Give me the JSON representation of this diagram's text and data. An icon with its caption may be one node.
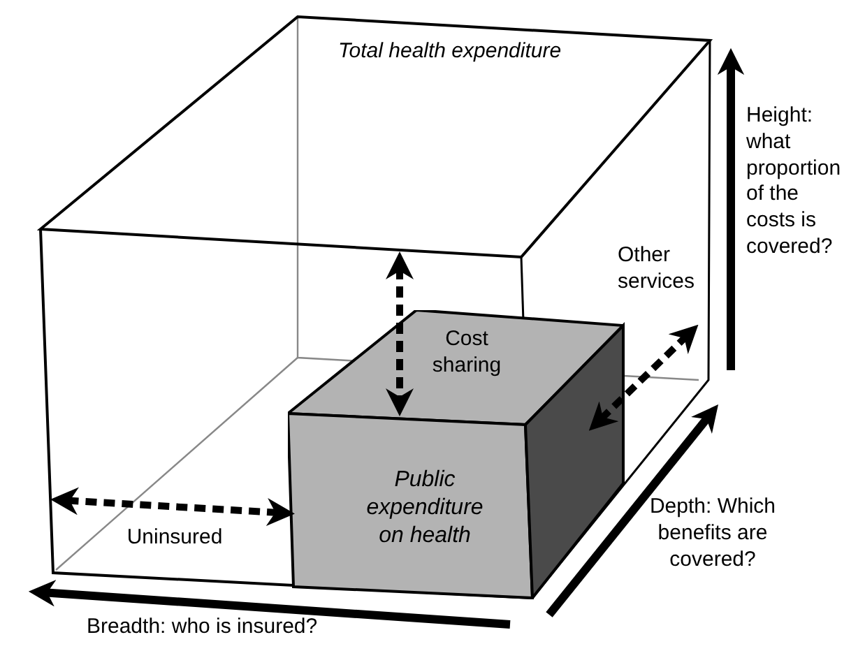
{
  "diagram": {
    "nodes": [
      {
        "text": [
          "Total health expenditure"
        ]
      },
      {
        "text": [
          "Public expenditure on health"
        ],
        "in": 0
      }
    ],
    "edges": [
      {
        "from": 1,
        "to": 0,
        "arrow": "both",
        "style": "dashed"
      },
      {
        "from": 1,
        "to": 0,
        "arrow": "both",
        "style": "dashed"
      }
    ],
    "labels": [
      "Height: what proportion of the costs is covered?",
      "Other services",
      "Cost sharing",
      "Uninsured",
      "Depth: Which benefits are covered?",
      "Breadth: who is insured?"
    ]
  }
}
